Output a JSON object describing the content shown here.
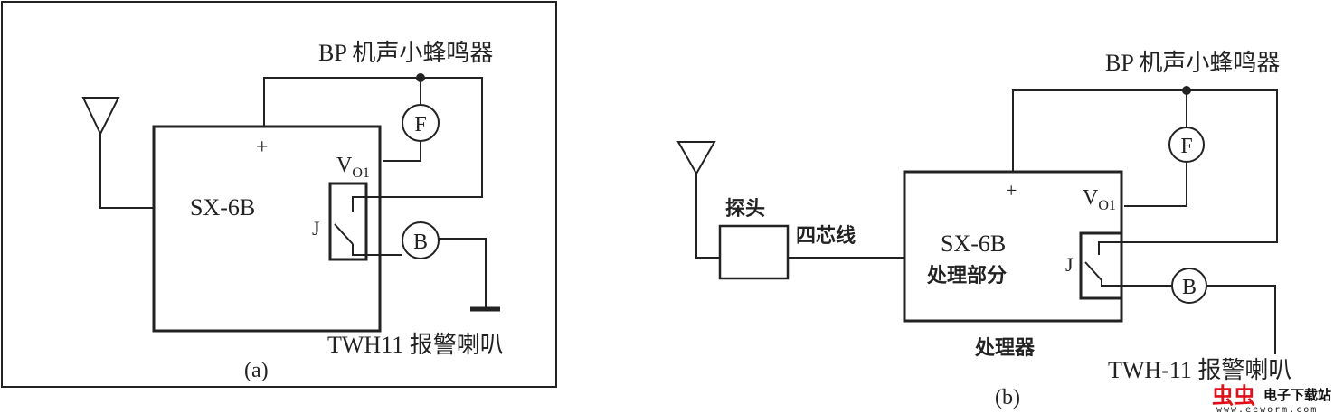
{
  "panel_a": {
    "buzzer_label": "BP 机声小蜂鸣器",
    "module_label": "SX-6B",
    "plus_sign": "+",
    "output_label": "V",
    "output_subscript": "O1",
    "relay_label": "J",
    "buzzer_symbol": "F",
    "horn_symbol": "B",
    "horn_label": "TWH11 报警喇叭",
    "caption": "(a)"
  },
  "panel_b": {
    "buzzer_label": "BP 机声小蜂鸣器",
    "probe_label": "探头",
    "cable_label": "四芯线",
    "module_label": "SX-6B",
    "module_sublabel": "处理部分",
    "plus_sign": "+",
    "output_label": "V",
    "output_subscript": "O1",
    "relay_label": "J",
    "buzzer_symbol": "F",
    "horn_symbol": "B",
    "processor_label": "处理器",
    "horn_label": "TWH-11 报警喇叭",
    "caption": "(b)"
  },
  "watermark": {
    "brand": "虫虫",
    "name": "电子下载站",
    "url": "www.eeworm.com"
  }
}
